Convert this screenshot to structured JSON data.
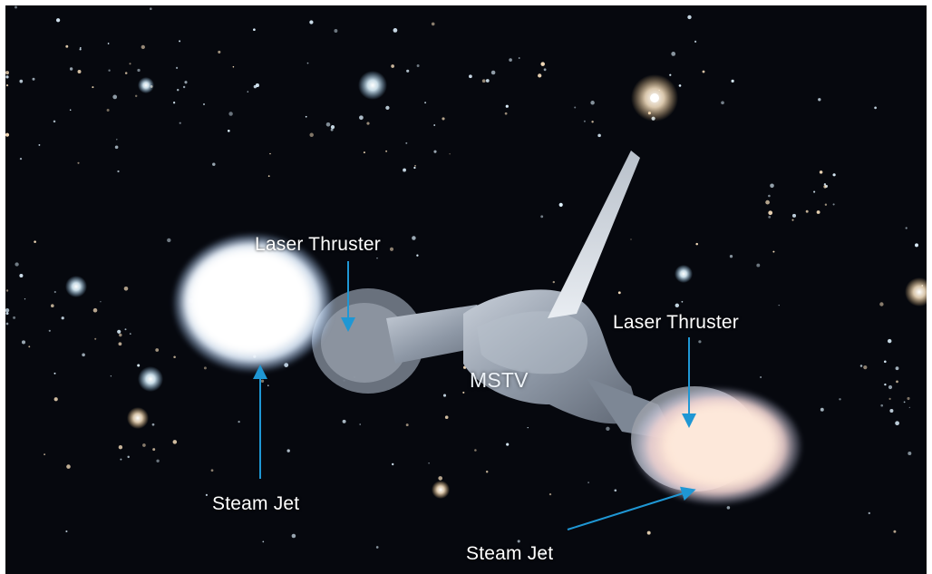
{
  "figure": {
    "labels": {
      "laser_thruster_left": "Laser Thruster",
      "laser_thruster_right": "Laser Thruster",
      "mstv": "MSTV",
      "steam_jet_left": "Steam Jet",
      "steam_jet_right": "Steam Jet"
    },
    "colors": {
      "background": "#05060a",
      "arrow": "#1f97d4",
      "label_text": "#ffffff",
      "left_plume": "#ffffff",
      "right_plume": "#fde6d6",
      "spacecraft_body": "#8f9aa8"
    }
  }
}
